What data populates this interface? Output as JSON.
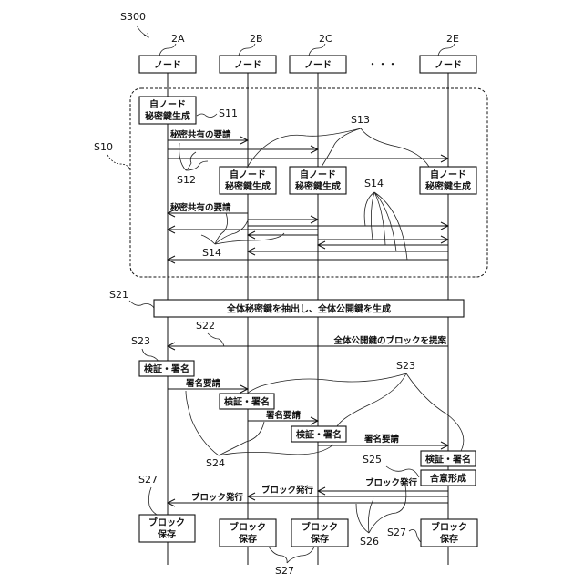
{
  "figure_label": "S300",
  "ellipsis": "・・・",
  "nodes": [
    {
      "id": "2A",
      "label": "ノード"
    },
    {
      "id": "2B",
      "label": "ノード"
    },
    {
      "id": "2C",
      "label": "ノード"
    },
    {
      "id": "2E",
      "label": "ノード"
    }
  ],
  "phase1": {
    "label": "S10",
    "keygen_line1": "自ノード",
    "keygen_line2": "秘密鍵生成",
    "s11": "S11",
    "s12": "S12",
    "s13": "S13",
    "s14_top": "S14",
    "s14_bottom": "S14",
    "share_request_1": "秘密共有の要請",
    "share_request_2": "秘密共有の要請"
  },
  "phase2": {
    "s21": "S21",
    "s21_text": "全体秘密鍵を抽出し、全体公開鍵を生成",
    "s22": "S22",
    "s22_text": "全体公開鍵のブロックを提案",
    "s23_left": "S23",
    "s23_right": "S23",
    "verify_sign": "検証・署名",
    "sign_request": "署名要請",
    "s24": "S24",
    "s25": "S25",
    "consensus": "合意形成",
    "block_issue": "ブロック発行",
    "s26": "S26",
    "s27_left": "S27",
    "s27_right": "S27",
    "s27_bottom": "S27",
    "block_save_line1": "ブロック",
    "block_save_line2": "保存"
  }
}
